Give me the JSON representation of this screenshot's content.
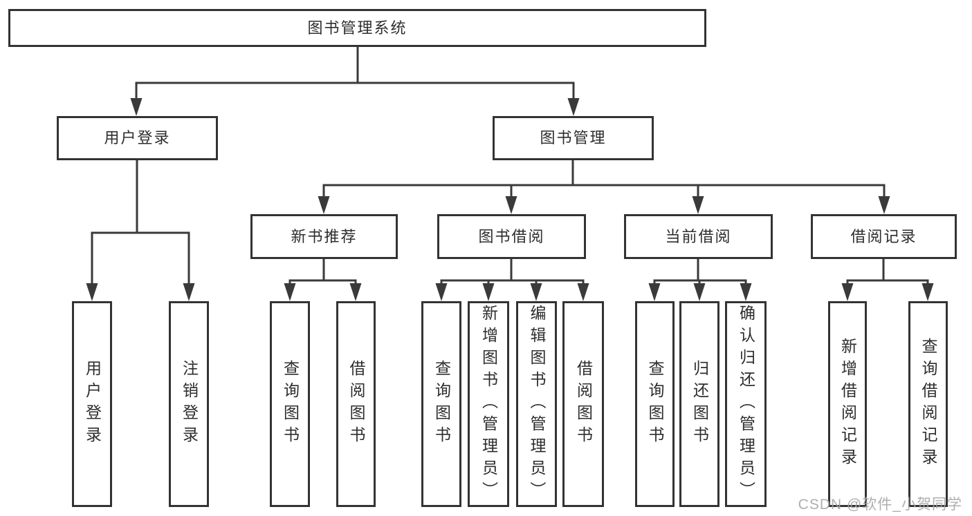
{
  "diagram": {
    "root": {
      "label": "图书管理系统"
    },
    "level2": [
      {
        "label": "用户登录"
      },
      {
        "label": "图书管理"
      }
    ],
    "level3": [
      {
        "label": "新书推荐"
      },
      {
        "label": "图书借阅"
      },
      {
        "label": "当前借阅"
      },
      {
        "label": "借阅记录"
      }
    ],
    "leaves": {
      "user_login": [
        {
          "label": "用户登录"
        },
        {
          "label": "注销登录"
        }
      ],
      "new_book": [
        {
          "label": "查询图书"
        },
        {
          "label": "借阅图书"
        }
      ],
      "book_borrow": [
        {
          "label": "查询图书"
        },
        {
          "label": "新增图书（管理员）"
        },
        {
          "label": "编辑图书（管理员）"
        },
        {
          "label": "借阅图书"
        }
      ],
      "current_borrow": [
        {
          "label": "查询图书"
        },
        {
          "label": "归还图书"
        },
        {
          "label": "确认归还（管理员）"
        }
      ],
      "borrow_record": [
        {
          "label": "新增借阅记录"
        },
        {
          "label": "查询借阅记录"
        }
      ]
    }
  },
  "watermark": {
    "text": "CSDN @软件_小贺同学"
  },
  "colors": {
    "line": "#3a3a3a",
    "box_border": "#333333",
    "text": "#2d2d2d",
    "background": "#ffffff",
    "watermark": "#a5a5a5"
  }
}
